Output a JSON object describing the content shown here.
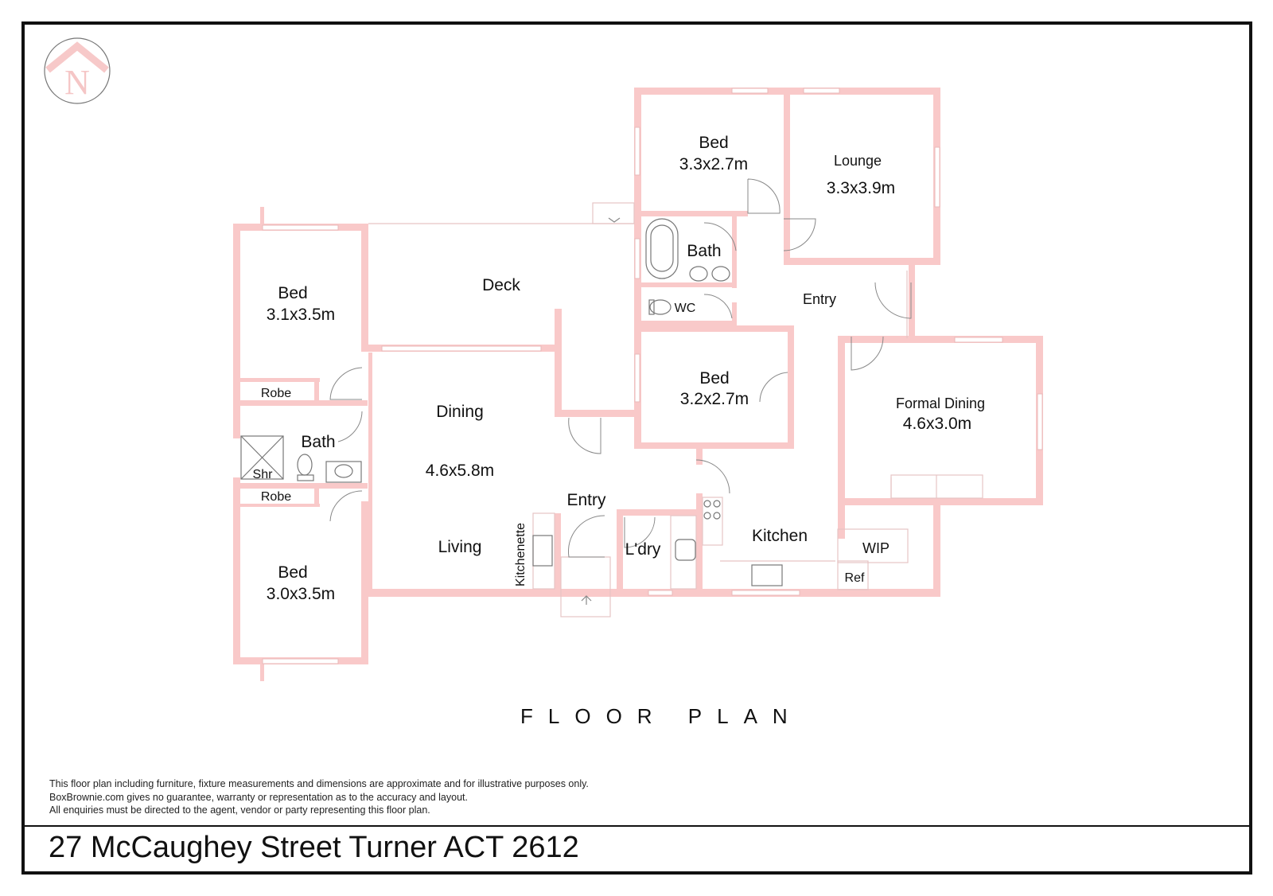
{
  "title": "FLOOR PLAN",
  "address": "27 McCaughey Street Turner ACT 2612",
  "compass": {
    "icon": "north-compass-icon",
    "letter": "N",
    "color": "#f5c6c6"
  },
  "colors": {
    "wall": "#f9c9c9",
    "fixture_line": "#888888",
    "text": "#111111",
    "frame": "#111111"
  },
  "disclaimer": [
    "This floor plan including furniture, fixture measurements and dimensions are approximate and for illustrative purposes only.",
    "BoxBrownie.com gives no guarantee, warranty or representation as to the accuracy and layout.",
    "All enquiries must be directed to the agent, vendor or party representing this floor plan."
  ],
  "rooms": {
    "bed_top": {
      "name": "Bed",
      "size": "3.3x2.7m"
    },
    "lounge": {
      "name": "Lounge",
      "size": "3.3x3.9m"
    },
    "bath_top": {
      "name": "Bath"
    },
    "wc": {
      "name": "WC"
    },
    "entry_top": {
      "name": "Entry"
    },
    "bed_left_top": {
      "name": "Bed",
      "size": "3.1x3.5m"
    },
    "robe_top": {
      "name": "Robe"
    },
    "deck": {
      "name": "Deck"
    },
    "dining": {
      "name": "Dining",
      "size": "4.6x5.8m"
    },
    "living": {
      "name": "Living"
    },
    "bath_left": {
      "name": "Bath"
    },
    "shower": {
      "name": "Shr"
    },
    "robe_bottom": {
      "name": "Robe"
    },
    "bed_left_bottom": {
      "name": "Bed",
      "size": "3.0x3.5m"
    },
    "bed_middle": {
      "name": "Bed",
      "size": "3.2x2.7m"
    },
    "formal_dining": {
      "name": "Formal Dining",
      "size": "4.6x3.0m"
    },
    "entry_bottom": {
      "name": "Entry"
    },
    "kitchenette": {
      "name": "Kitchenette"
    },
    "laundry": {
      "name": "L'dry"
    },
    "kitchen": {
      "name": "Kitchen"
    },
    "wip": {
      "name": "WIP"
    },
    "ref": {
      "name": "Ref"
    }
  }
}
